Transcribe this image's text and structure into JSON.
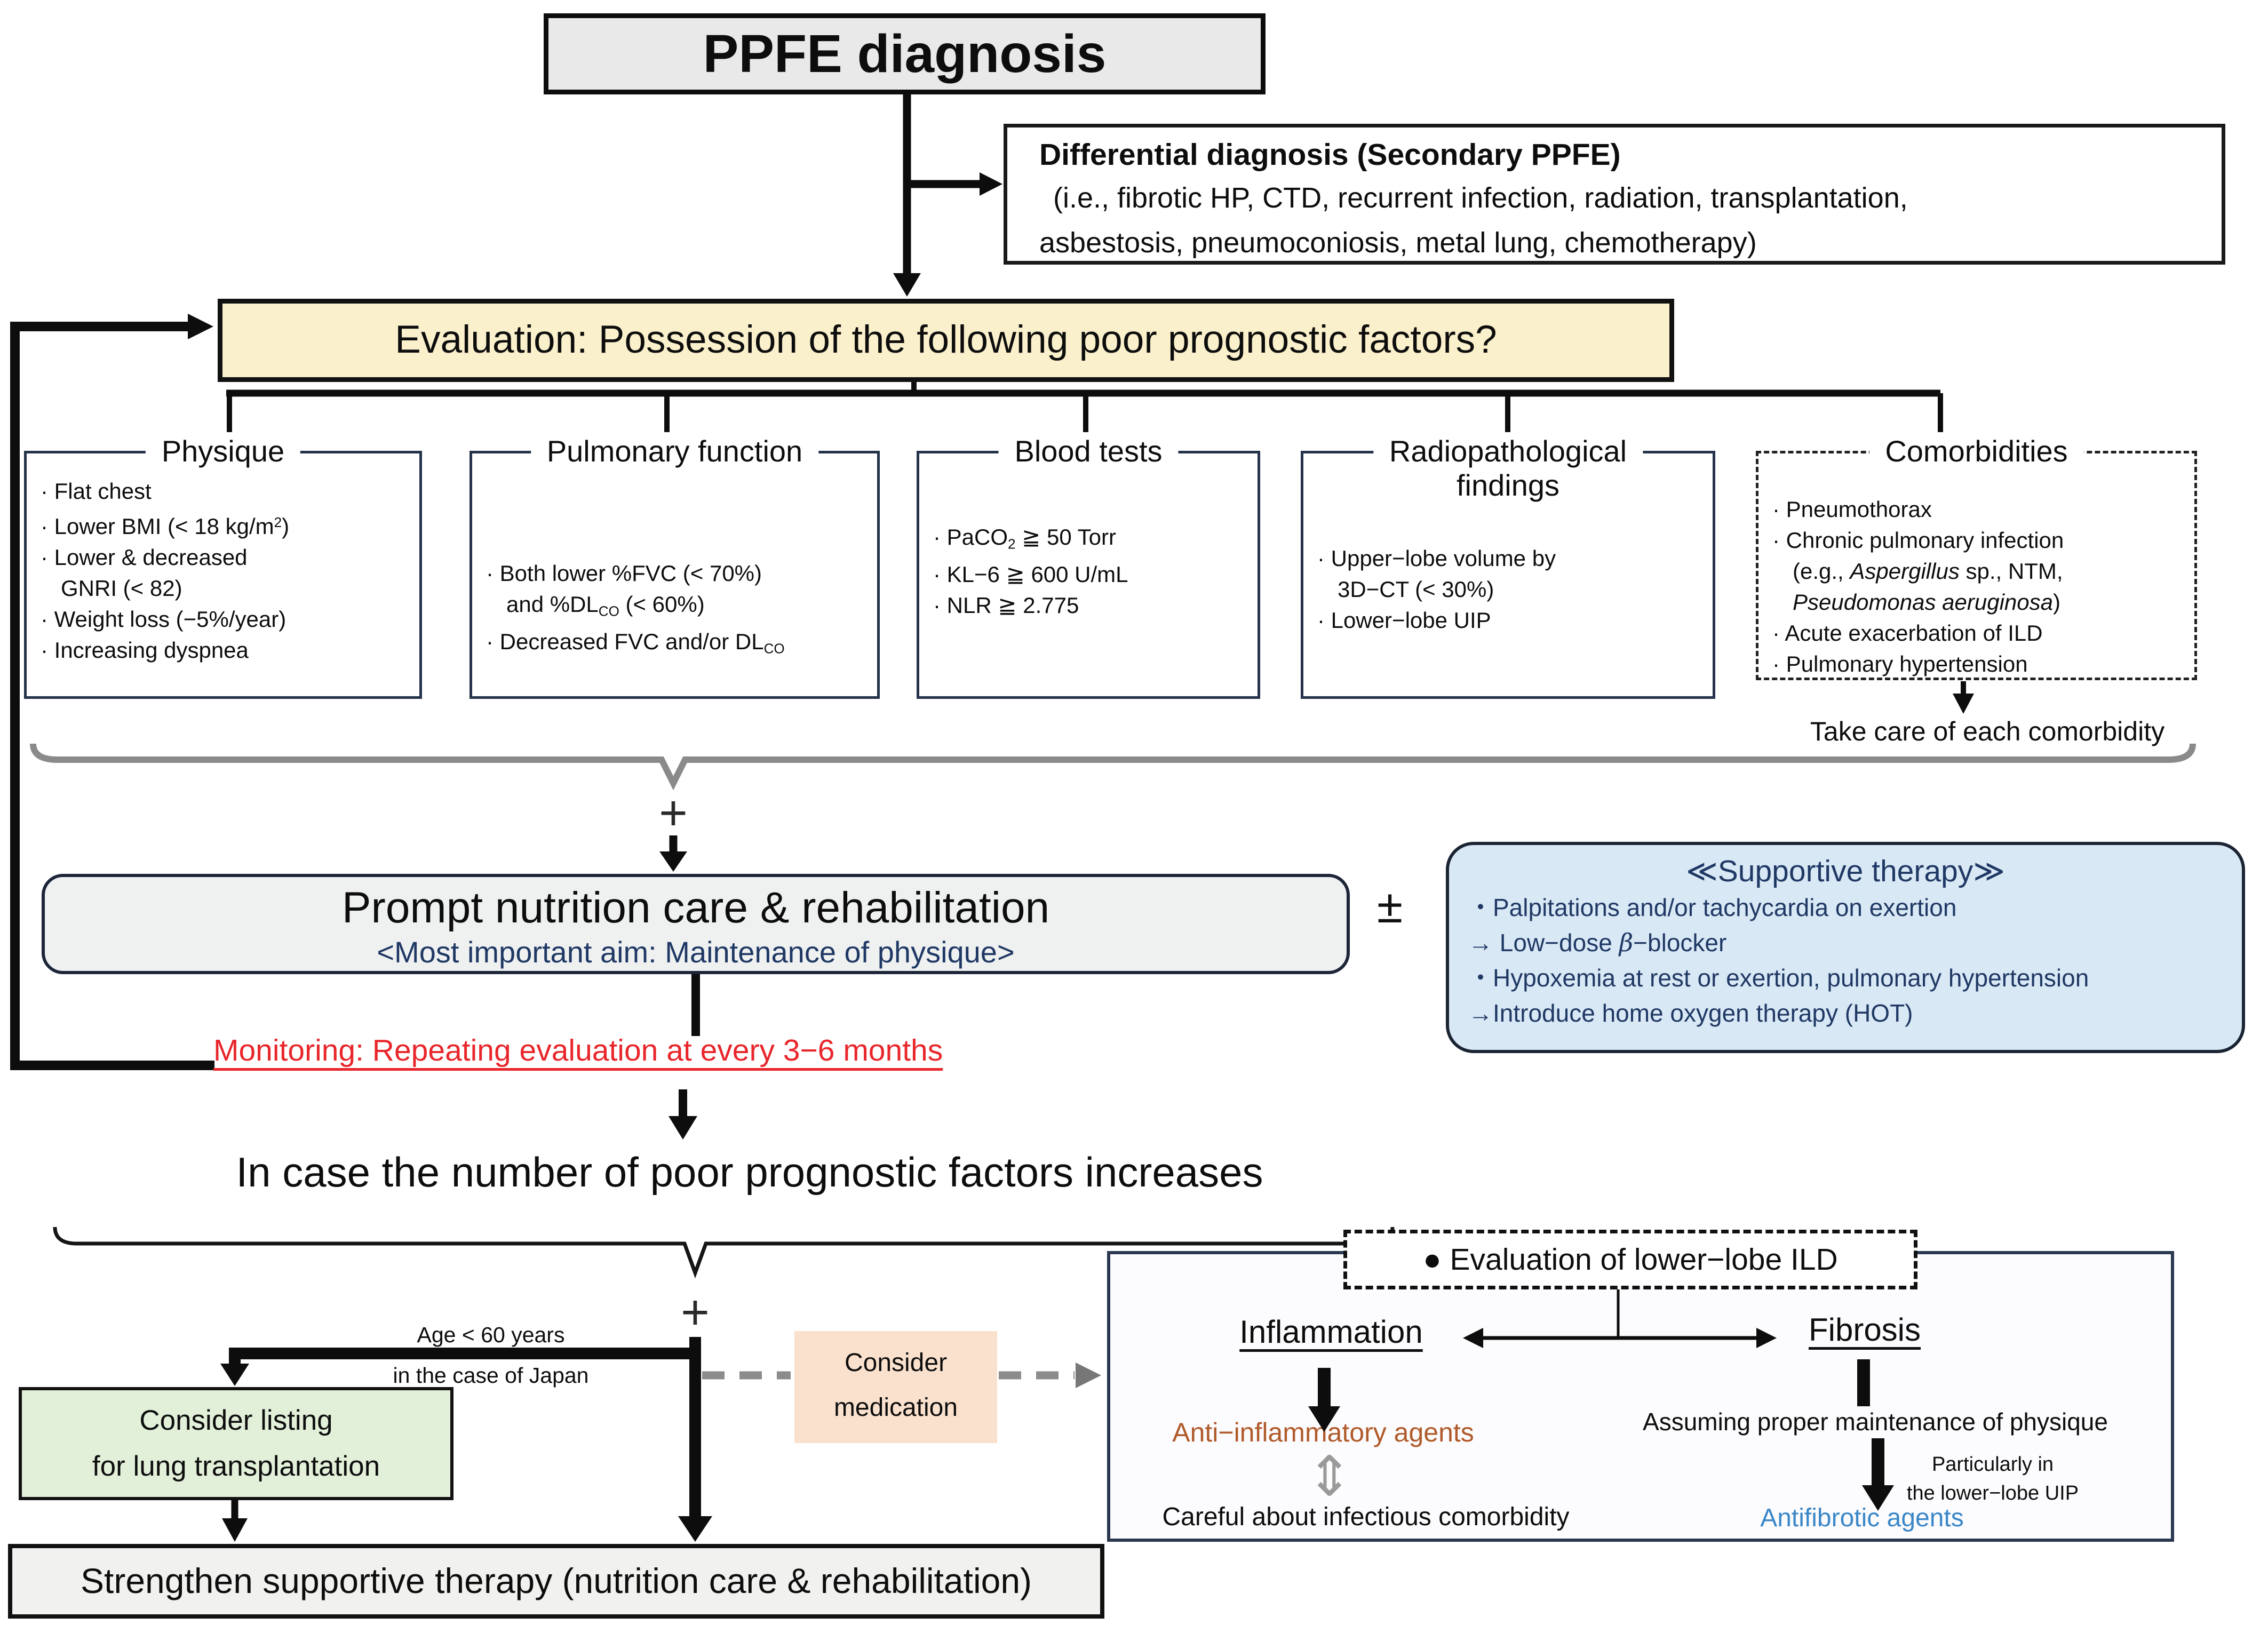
{
  "colors": {
    "evaluation_bg": "#faf0cb",
    "ppfe_bg": "#e9e9e9",
    "prompt_bg": "#eff1f1",
    "supportive_bg": "#d9e8f5",
    "supportive_text": "#1f3864",
    "transplant_bg": "#e2efd9",
    "medication_bg": "#fae1ce",
    "monitoring_red": "#e8262b",
    "anti_inflammatory_brown": "#b05a2a",
    "antifibrotic_blue": "#3a87c8",
    "factor_border": "#24324a",
    "brace_gray": "#8a8a8a"
  },
  "header": {
    "title": "PPFE diagnosis"
  },
  "differential": {
    "title": "Differential diagnosis (Secondary PPFE)",
    "line1": "(i.e., fibrotic HP, CTD, recurrent infection, radiation, transplantation,",
    "line2": "asbestosis, pneumoconiosis, metal lung, chemotherapy)"
  },
  "evaluation": {
    "label": "Evaluation: Possession of the following poor prognostic factors?"
  },
  "factors": {
    "physique": {
      "title": "Physique",
      "l1": "· Flat chest",
      "l2a": "· Lower BMI (< 18 kg/m",
      "l2sup": "2",
      "l2c": ")",
      "l3": "· Lower & decreased",
      "l4": "GNRI (< 82)",
      "l5": "· Weight loss (−5%/year)",
      "l6": "· Increasing dyspnea"
    },
    "pulmonary": {
      "title": "Pulmonary function",
      "l1": "· Both lower %FVC (< 70%)",
      "l2a": "and %DL",
      "l2sub": "CO",
      "l2c": " (< 60%)",
      "l3a": "· Decreased FVC and/or DL",
      "l3sub": "CO"
    },
    "blood": {
      "title": "Blood tests",
      "l1a": "· PaCO",
      "l1sub": "2",
      "l1c": " ≧ 50 Torr",
      "l2": "· KL−6 ≧ 600 U/mL",
      "l3": "· NLR ≧ 2.775"
    },
    "radio": {
      "title1": "Radiopathological",
      "title2": "findings",
      "l1": "· Upper−lobe volume by",
      "l2": "3D−CT (< 30%)",
      "l3": "· Lower−lobe UIP"
    },
    "comorbidities": {
      "title": "Comorbidities",
      "l1": "· Pneumothorax",
      "l2": "· Chronic pulmonary infection",
      "l3a": "(e.g., ",
      "l3i": "Aspergillus",
      "l3c": " sp., NTM,",
      "l4i": "Pseudomonas aeruginosa",
      "l4c": ")",
      "l5": "· Acute exacerbation of ILD",
      "l6": "· Pulmonary hypertension"
    },
    "take_care": "Take care of each comorbidity"
  },
  "flow": {
    "plus1": "+",
    "plus2": "+",
    "plus_minus": "±"
  },
  "care": {
    "title": "Prompt nutrition care & rehabilitation",
    "subtitle": "<Most important aim: Maintenance of physique>"
  },
  "supportive": {
    "title": "≪Supportive therapy≫",
    "l1": "・Palpitations and/or tachycardia on exertion",
    "l2a": "→ Low−dose ",
    "l2b": "β",
    "l2c": "−blocker",
    "l3": "・Hypoxemia at rest or exertion, pulmonary hypertension",
    "l4": "→Introduce home oxygen therapy (HOT)"
  },
  "monitoring": "Monitoring: Repeating evaluation at every 3−6 months",
  "increase": "In case the number of poor prognostic factors increases",
  "transplant": {
    "age1": "Age < 60 years",
    "age2": "in the case of Japan",
    "line1": "Consider listing",
    "line2": "for lung transplantation"
  },
  "medication": {
    "line1": "Consider",
    "line2": "medication"
  },
  "ild": {
    "title": "● Evaluation of lower−lobe ILD",
    "inflammation": "Inflammation",
    "fibrosis": "Fibrosis",
    "anti": "Anti−inflammatory agents",
    "updown": "⇕",
    "careful": "Careful about infectious comorbidity",
    "assuming": "Assuming proper maintenance of physique",
    "part1": "Particularly in",
    "part2": "the lower−lobe UIP",
    "antifibrotic": "Antifibrotic agents"
  },
  "strengthen": "Strengthen supportive therapy (nutrition care & rehabilitation)"
}
